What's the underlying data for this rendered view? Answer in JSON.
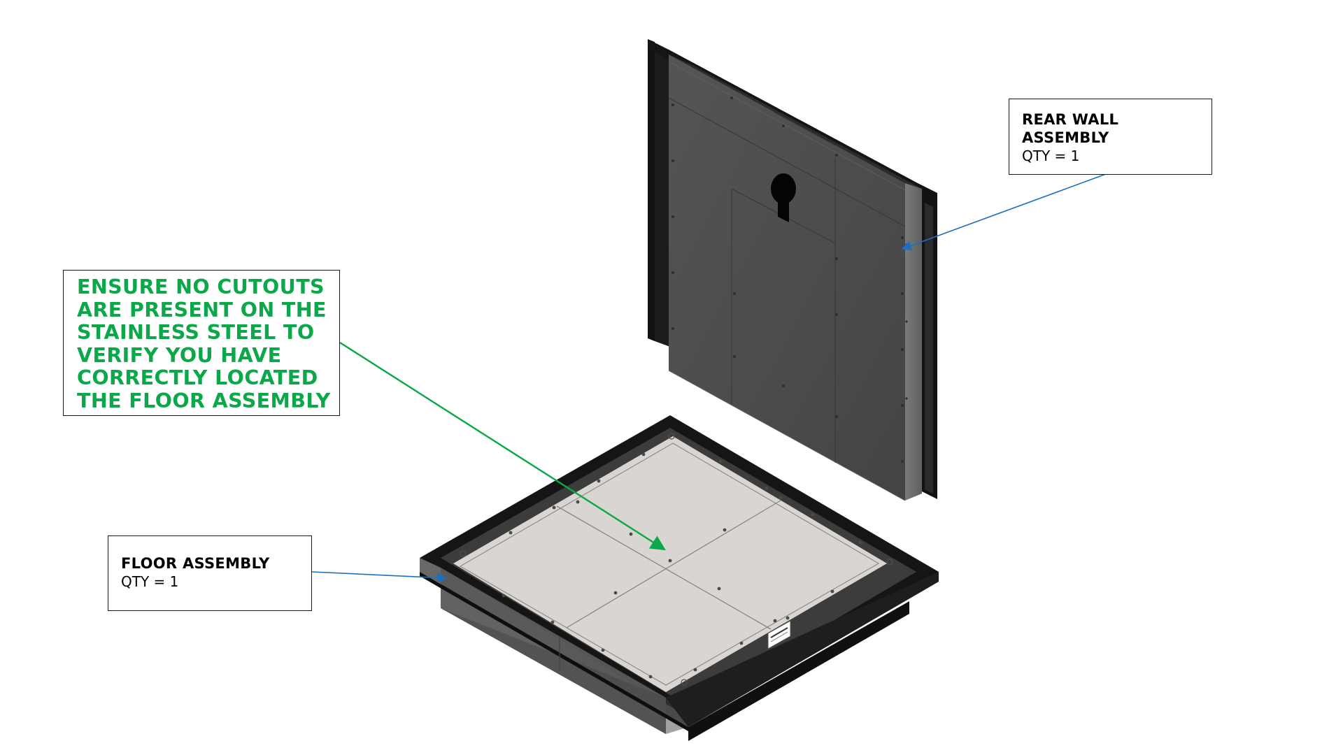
{
  "rear_wall_callout": {
    "title": "REAR WALL\nASSEMBLY",
    "qty": "QTY = 1"
  },
  "floor_callout": {
    "title": "FLOOR ASSEMBLY",
    "qty": "QTY = 1"
  },
  "note_callout": {
    "text": "ENSURE NO CUTOUTS\nARE PRESENT ON THE\nSTAINLESS STEEL TO\nVERIFY YOU HAVE\nCORRECTLY LOCATED\nTHE FLOOR ASSEMBLY"
  },
  "colors": {
    "leader_blue": "#1f6fbf",
    "note_green": "#0ba84a",
    "wall_panel": "#4a4a4a",
    "wall_frame": "#161616",
    "floor_panel": "#d8d5d1",
    "floor_frame": "#111111"
  }
}
